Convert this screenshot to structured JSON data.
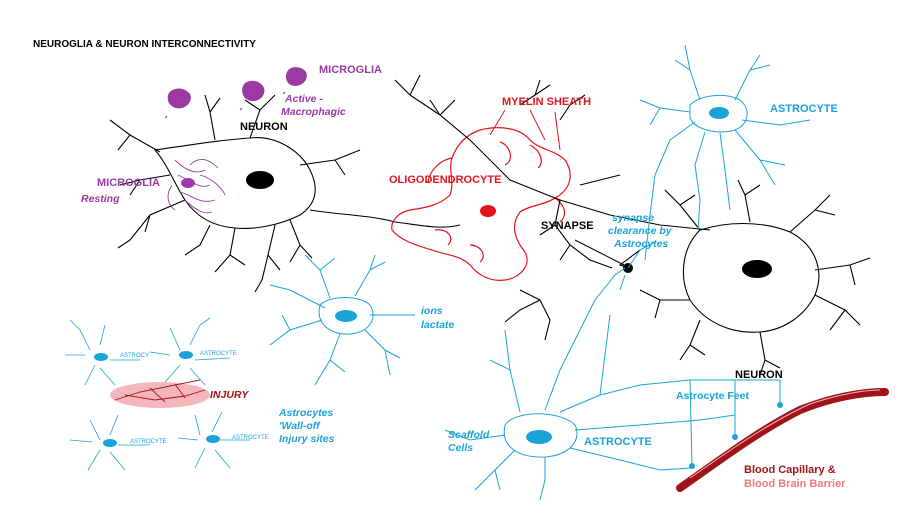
{
  "title": "NEUROGLIA & NEURON INTERCONNECTIVITY",
  "labels": {
    "neuron_top": "NEURON",
    "neuron_right": "NEURON",
    "microglia_top": "MICROGLIA",
    "microglia_active": "Active -",
    "microglia_macrophagic": "Macrophagic",
    "microglia_left": "MICROGLIA",
    "microglia_resting": "Resting",
    "myelin_sheath": "MYELIN SHEATH",
    "oligodendrocyte": "OLIGODENDROCYTE",
    "synapse": "SYNAPSE",
    "synapse_clearance_1": "synapse",
    "synapse_clearance_2": "clearance by",
    "synapse_clearance_3": "Astrocytes",
    "astrocyte_top": "ASTROCYTE",
    "astrocyte_bottom": "ASTROCYTE",
    "ions": "ions",
    "lactate": "lactate",
    "injury": "INJURY",
    "wall_off_1": "Astrocytes",
    "wall_off_2": "'Wall-off",
    "wall_off_3": "Injury sites",
    "scaffold_1": "Scaffold",
    "scaffold_2": "Cells",
    "astrocyte_feet": "Astrocyte Feet",
    "blood_capillary": "Blood Capillary &",
    "bbb": "Blood Brain Barrier",
    "mini_astro_1": "ASTROCY",
    "mini_astro_2": "ASTROCYTE",
    "mini_astro_3": "ASTROCYTE",
    "mini_astro_4": "ASTROCYTE"
  },
  "colors": {
    "neuron": "#000000",
    "microglia": "#9b3aa3",
    "oligodendrocyte": "#e3141b",
    "astrocyte": "#1aa3d9",
    "capillary": "#a0131b",
    "bbb_text": "#f07880",
    "injury_halo": "#f4b6bb"
  }
}
